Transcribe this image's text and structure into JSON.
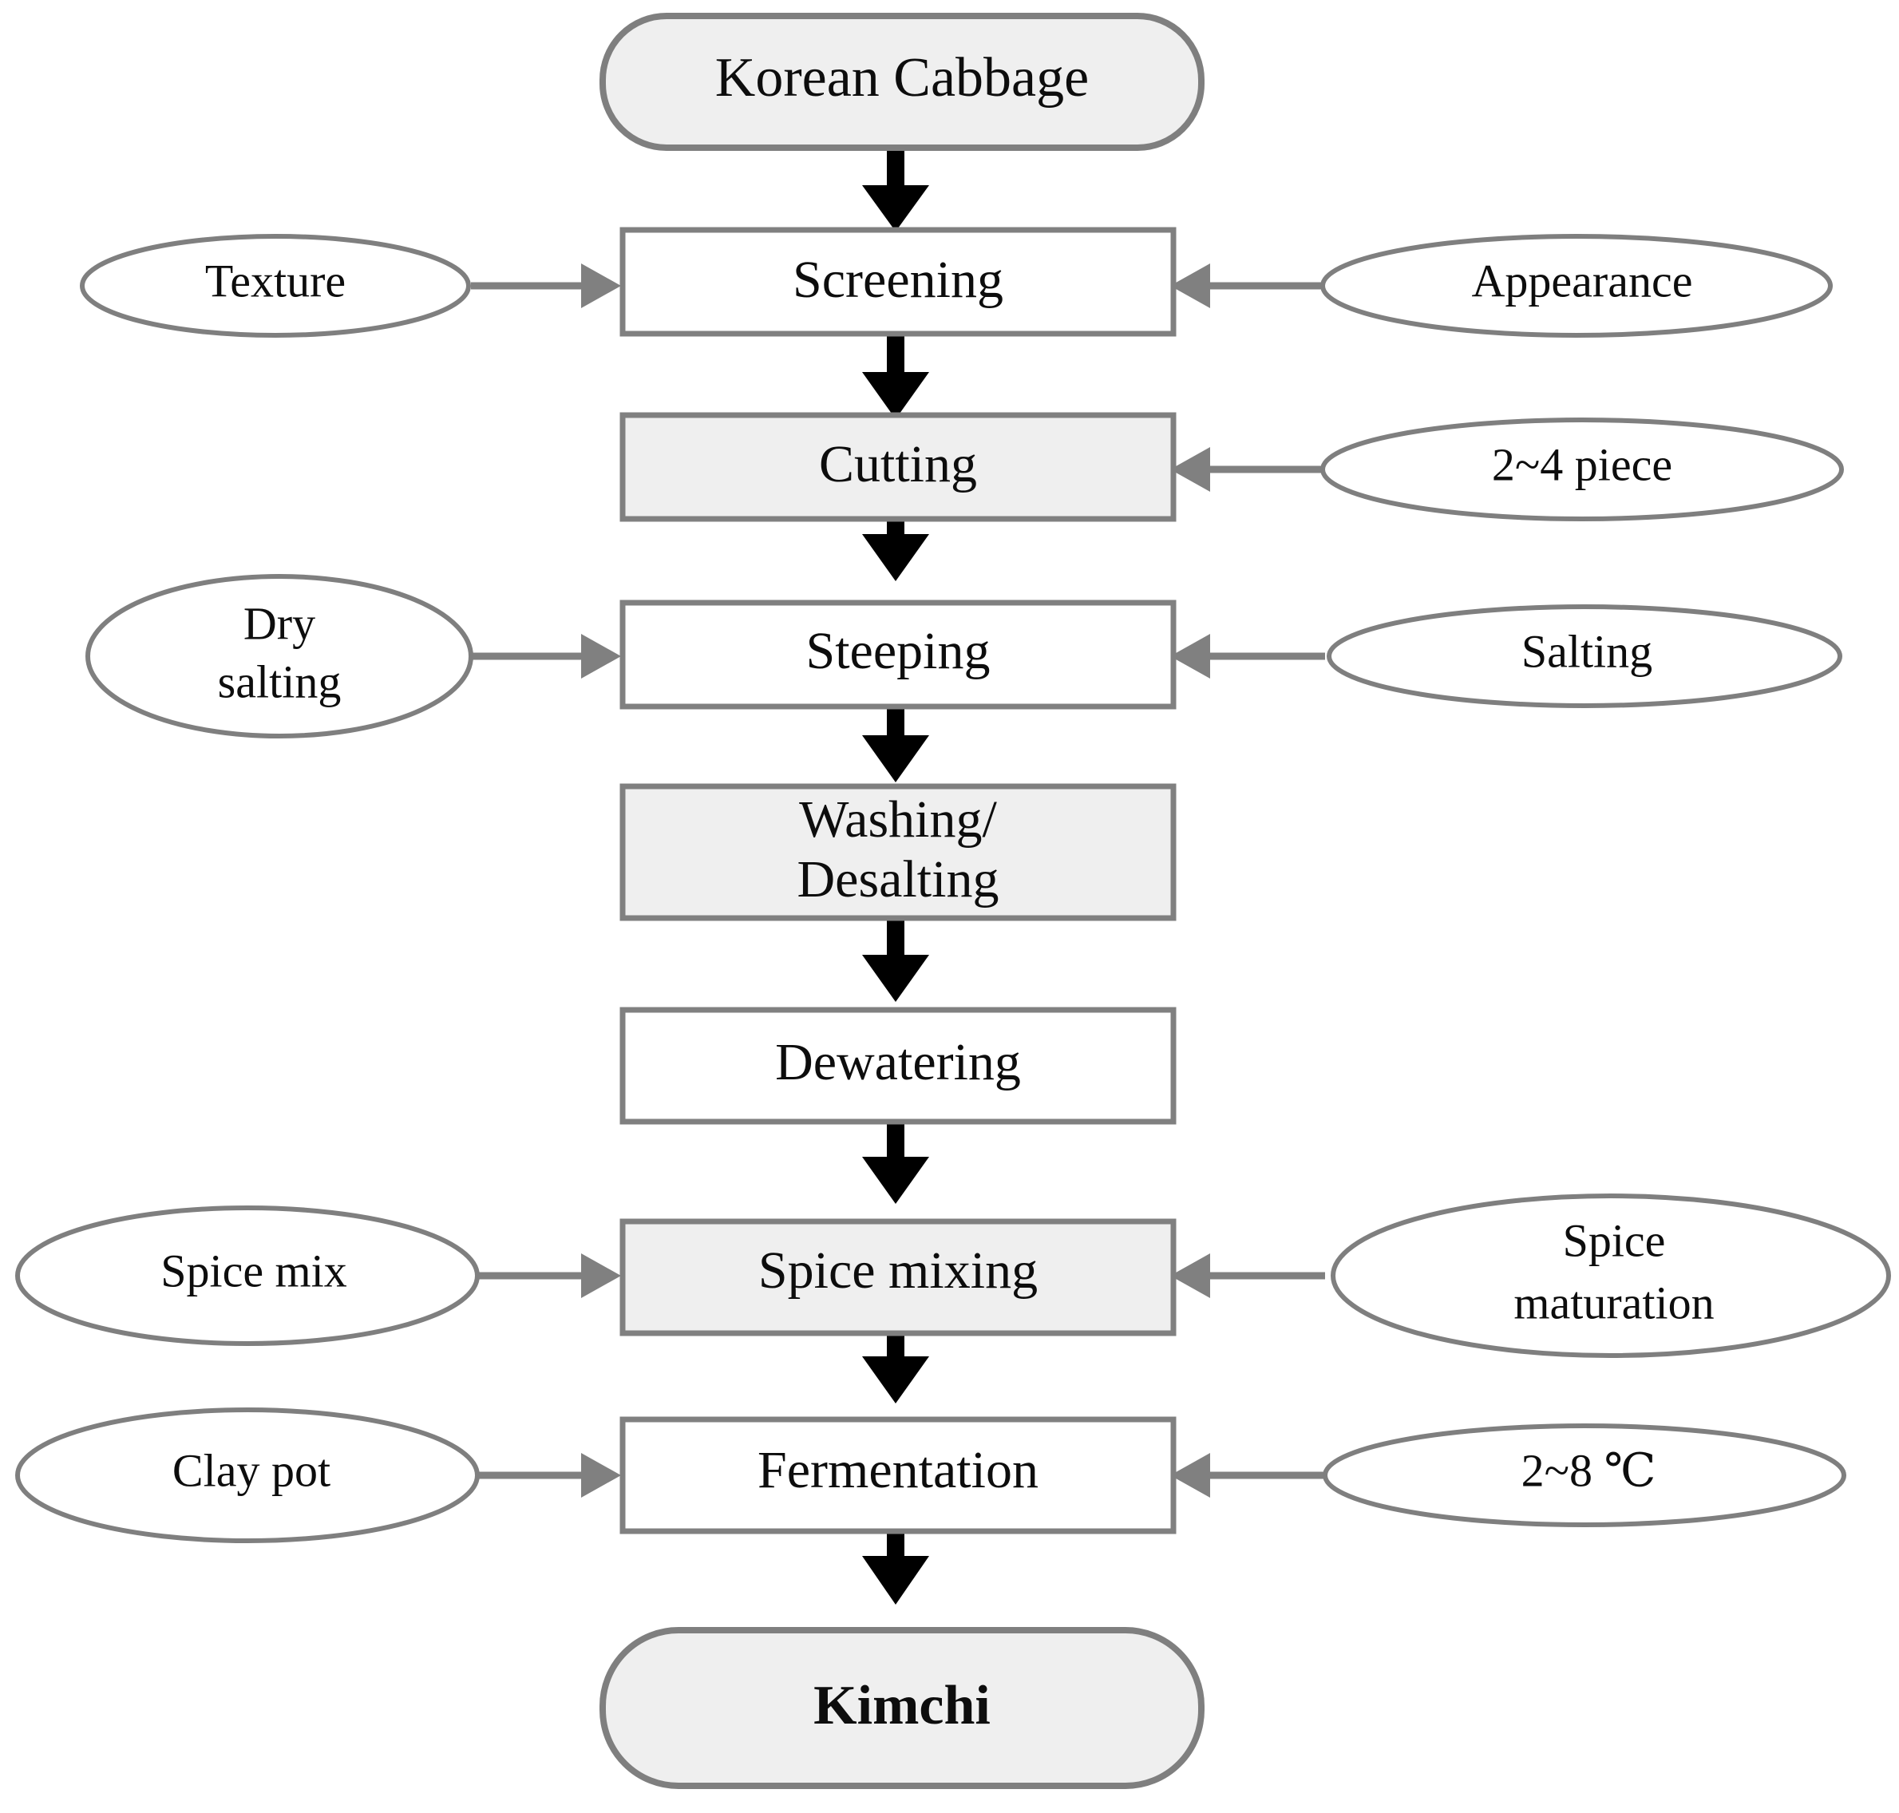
{
  "diagram": {
    "title": "Kimchi manufacturing process flow diagram",
    "colors": {
      "box_fill_white": "#ffffff",
      "box_fill_gray": "#efefef",
      "box_stroke": "#808080",
      "terminal_fill": "#efefef",
      "ellipse_stroke": "#7f7f7f",
      "vertical_arrow": "#000000",
      "horizontal_arrow": "#808080",
      "text": "#0d0d0d"
    },
    "start_node": {
      "label": "Korean Cabbage",
      "shape": "rounded-rect",
      "bold": false
    },
    "end_node": {
      "label": "Kimchi",
      "shape": "rounded-rect",
      "bold": true
    },
    "steps": [
      {
        "id": "screening",
        "label": "Screening",
        "fill": "white",
        "left_label": "Texture",
        "right_label": "Appearance"
      },
      {
        "id": "cutting",
        "label": "Cutting",
        "fill": "gray",
        "left_label": null,
        "right_label": "2~4 piece"
      },
      {
        "id": "steeping",
        "label": "Steeping",
        "fill": "white",
        "left_label": "Dry\nsalting",
        "right_label": "Salting"
      },
      {
        "id": "washing",
        "label": "Washing/\nDesalting",
        "fill": "gray",
        "left_label": null,
        "right_label": null
      },
      {
        "id": "dewatering",
        "label": "Dewatering",
        "fill": "white",
        "left_label": null,
        "right_label": null
      },
      {
        "id": "spicemixing",
        "label": "Spice mixing",
        "fill": "gray",
        "left_label": "Spice mix",
        "right_label": "Spice\nmaturation"
      },
      {
        "id": "fermentation",
        "label": "Fermentation",
        "fill": "white",
        "left_label": "Clay pot",
        "right_label": "2~8 ℃"
      }
    ],
    "labels": {
      "start": "Korean Cabbage",
      "screening": "Screening",
      "cutting": "Cutting",
      "steeping": "Steeping",
      "washing_line1": "Washing/",
      "washing_line2": "Desalting",
      "dewatering": "Dewatering",
      "spice_mixing": "Spice mixing",
      "fermentation": "Fermentation",
      "end": "Kimchi",
      "texture": "Texture",
      "appearance": "Appearance",
      "pieces": "2~4 piece",
      "dry_salting_line1": "Dry",
      "dry_salting_line2": "salting",
      "salting": "Salting",
      "spice_mix": "Spice mix",
      "spice_maturation_line1": "Spice",
      "spice_maturation_line2": "maturation",
      "clay_pot": "Clay pot",
      "temperature": "2~8 ℃"
    }
  }
}
